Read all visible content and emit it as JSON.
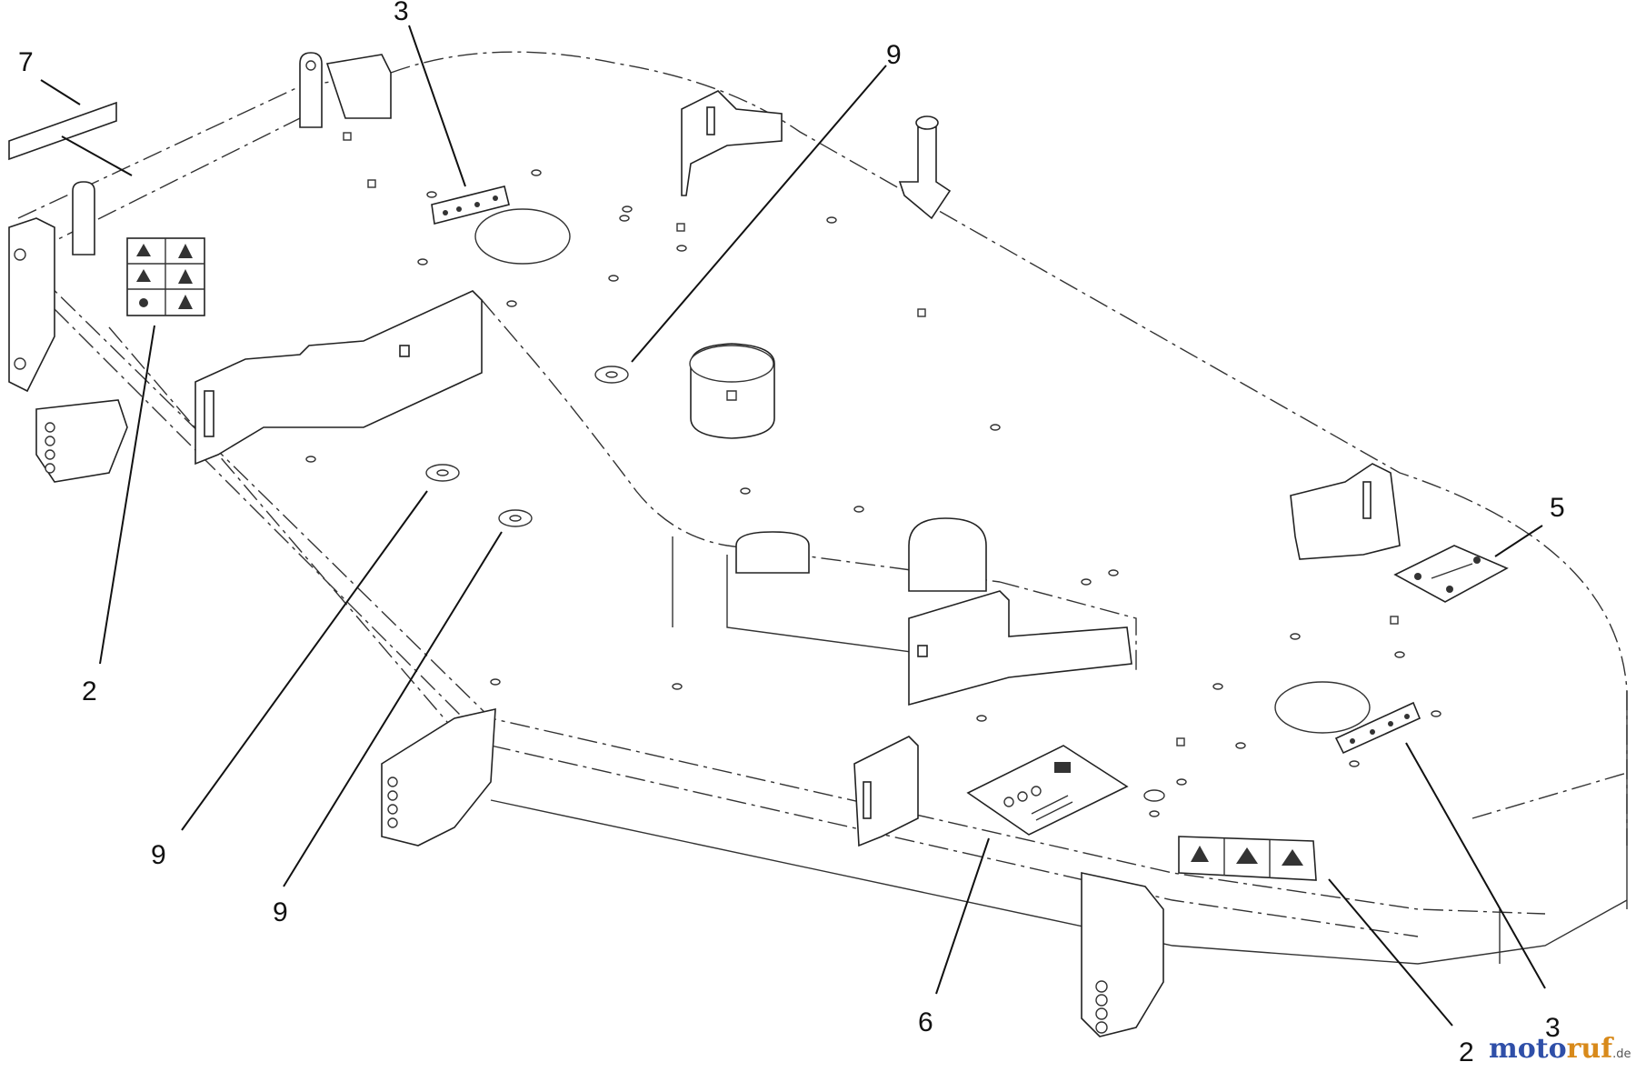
{
  "callouts": {
    "c7": "7",
    "c3_top": "3",
    "c9_top": "9",
    "c2_left": "2",
    "c9_mid": "9",
    "c9_low": "9",
    "c5": "5",
    "c6": "6",
    "c2_bottom": "2",
    "c3_bottom": "3"
  },
  "watermark": {
    "part_a": "moto",
    "part_b": "ruf",
    "suffix": ".de"
  }
}
